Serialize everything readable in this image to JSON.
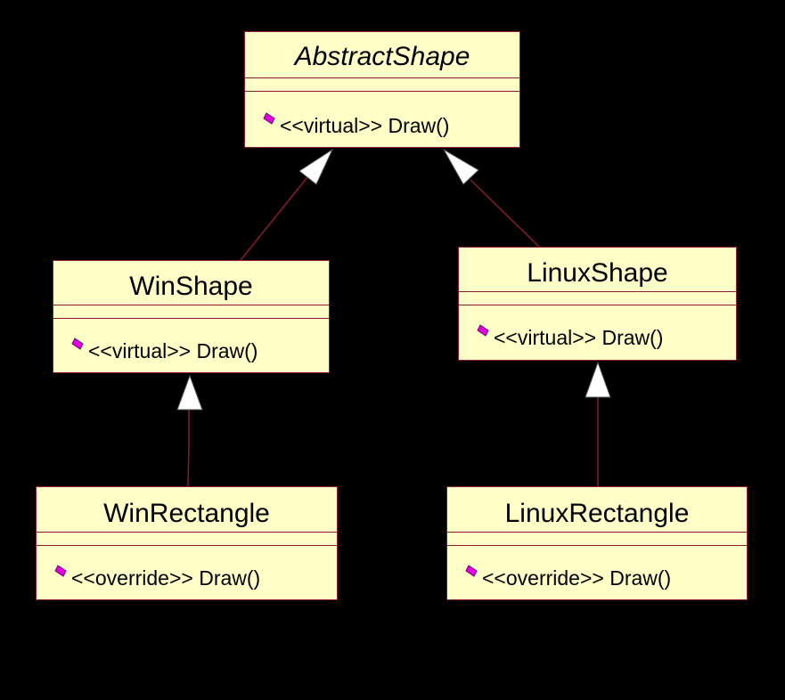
{
  "diagram": {
    "classes": {
      "abstract_shape": {
        "name": "AbstractShape",
        "operation": "<<virtual>> Draw()"
      },
      "win_shape": {
        "name": "WinShape",
        "operation": "<<virtual>> Draw()"
      },
      "linux_shape": {
        "name": "LinuxShape",
        "operation": "<<virtual>> Draw()"
      },
      "win_rectangle": {
        "name": "WinRectangle",
        "operation": "<<override>> Draw()"
      },
      "linux_rectangle": {
        "name": "LinuxRectangle",
        "operation": "<<override>> Draw()"
      }
    },
    "relationships": [
      {
        "type": "generalization",
        "from": "WinShape",
        "to": "AbstractShape"
      },
      {
        "type": "generalization",
        "from": "LinuxShape",
        "to": "AbstractShape"
      },
      {
        "type": "generalization",
        "from": "WinRectangle",
        "to": "WinShape"
      },
      {
        "type": "generalization",
        "from": "LinuxRectangle",
        "to": "LinuxShape"
      }
    ],
    "colors": {
      "background": "#000000",
      "class_fill": "#ffffc8",
      "class_border": "#8a1a35",
      "operation_icon": "#e000e0",
      "arrow_head": "#ffffff"
    },
    "icons": {
      "operation": "public-operation-icon"
    }
  }
}
